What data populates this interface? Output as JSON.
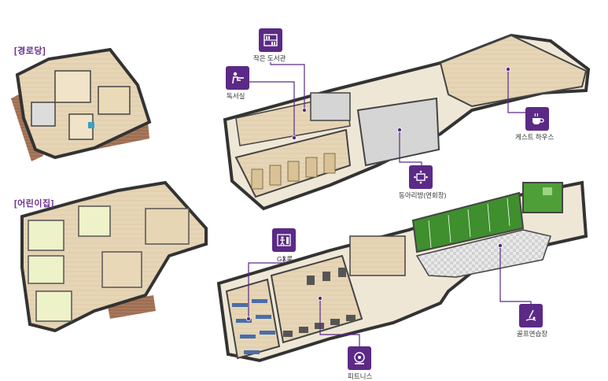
{
  "sections": {
    "senior_center": "[경로당]",
    "daycare": "[어린이집]"
  },
  "facilities": {
    "small_library": "작은 도서관",
    "reading_room": "독서실",
    "guest_house": "게스트 하우스",
    "club_room": "동아리방(연회장)",
    "gx_room": "GX룸",
    "fitness": "피트니스",
    "golf_range": "골프연습장"
  },
  "colors": {
    "accent": "#5b2a86",
    "floor_wood": "#e3d2b4",
    "wall": "#3a3a3a",
    "golf_green": "#3f8f2e"
  },
  "icons": {
    "small_library": "bookshelf-icon",
    "reading_room": "reading-desk-icon",
    "guest_house": "coffee-cup-icon",
    "club_room": "meeting-room-icon",
    "gx_room": "exercise-room-icon",
    "fitness": "treadmill-icon",
    "golf_range": "golf-swing-icon"
  }
}
